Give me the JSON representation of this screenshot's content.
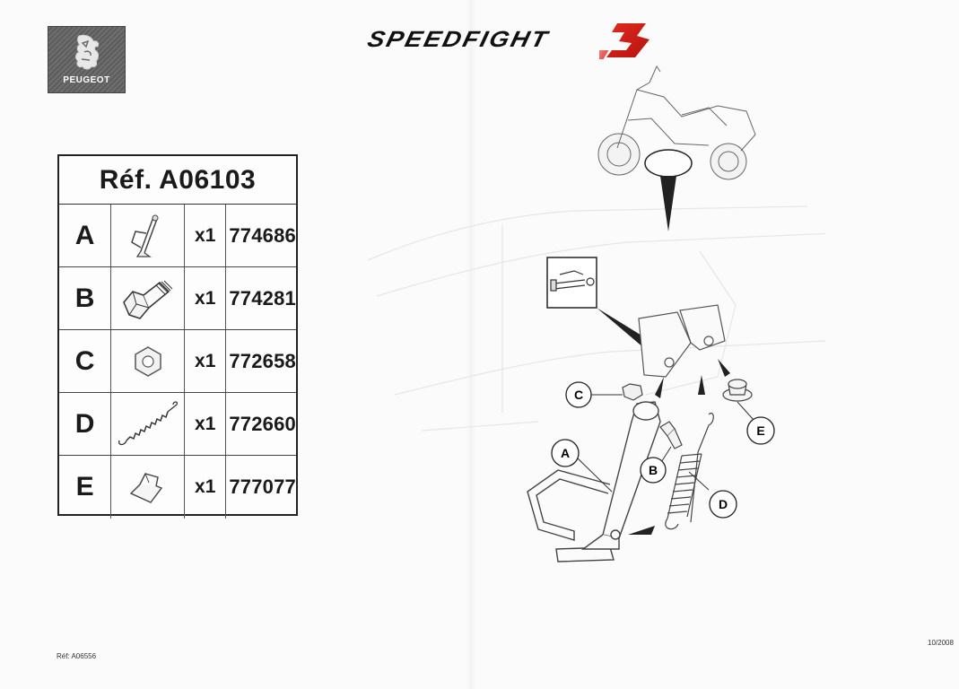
{
  "header": {
    "logo_text": "PEUGEOT",
    "brand_title": "SPEEDFIGHT",
    "brand_accent_color": "#d9241c"
  },
  "parts_table": {
    "title": "Réf. A06103",
    "rows": [
      {
        "letter": "A",
        "qty": "x1",
        "ref": "774686",
        "icon": "side-stand-icon"
      },
      {
        "letter": "B",
        "qty": "x1",
        "ref": "774281",
        "icon": "bolt-icon"
      },
      {
        "letter": "C",
        "qty": "x1",
        "ref": "772658",
        "icon": "nut-icon"
      },
      {
        "letter": "D",
        "qty": "x1",
        "ref": "772660",
        "icon": "spring-icon"
      },
      {
        "letter": "E",
        "qty": "x1",
        "ref": "777077",
        "icon": "rubber-stop-icon"
      }
    ]
  },
  "diagram": {
    "callouts": [
      "A",
      "B",
      "C",
      "D",
      "E"
    ]
  },
  "footer": {
    "ref_left": "Réf: A06556",
    "date_right": "10/2008"
  }
}
